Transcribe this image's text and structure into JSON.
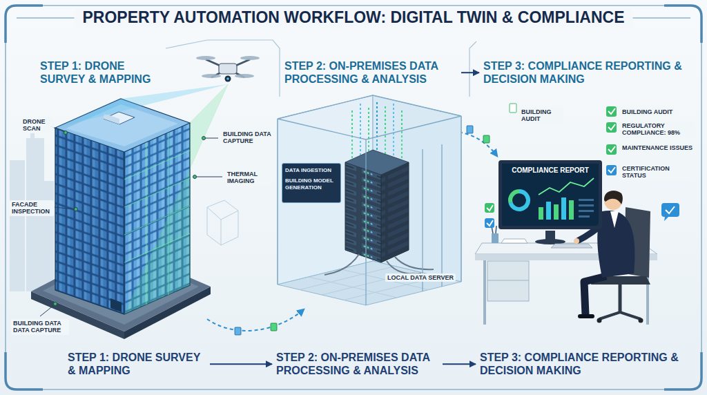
{
  "diagram": {
    "title": "PROPERTY AUTOMATION WORKFLOW: DIGITAL TWIN & COMPLIANCE",
    "nodes": [
      {
        "text": [
          "STEP 1: DRONE SURVEY & MAPPING"
        ]
      },
      {
        "text": [
          "STEP 2: ON-PREMISES DATA PROCESSING & ANALYSIS"
        ]
      },
      {
        "text": [
          "STEP 3: COMPLIANCE REPORTING & DECISION MAKING"
        ]
      },
      {
        "text": [
          "DATA INGESTION",
          "BUILDING MODEL GENERATION"
        ]
      },
      {
        "text": [
          "COMPLIANCE REPORT"
        ]
      },
      {
        "text": [
          "STEP 1: DRONE SURVEY & MAPPING"
        ]
      },
      {
        "text": [
          "STEP 2: ON-PREMISES DATA PROCESSING & ANALYSIS"
        ]
      },
      {
        "text": [
          "STEP 3: COMPLIANCE REPORTING & DECISION MAKING"
        ]
      }
    ],
    "edges": [
      {
        "from": 1,
        "to": 2,
        "arrow": "to"
      },
      {
        "from": 5,
        "to": 6,
        "arrow": "to"
      },
      {
        "from": 6,
        "to": 7,
        "arrow": "to"
      }
    ],
    "labels": [
      "DRONE SCAN",
      "BUILDING DATA CAPTURE",
      "THERMAL IMAGING",
      "FACADE INSPECTION",
      "BUILDING DATA DATA CAPTURE",
      "LOCAL DATA SERVER",
      "BUILDING AUDIT",
      "BUILDING AUDIT",
      "REGULATORY COMPLIANCE: 98%",
      "MAINTENANCE ISSUES",
      "CERTIFICATION STATUS"
    ]
  }
}
